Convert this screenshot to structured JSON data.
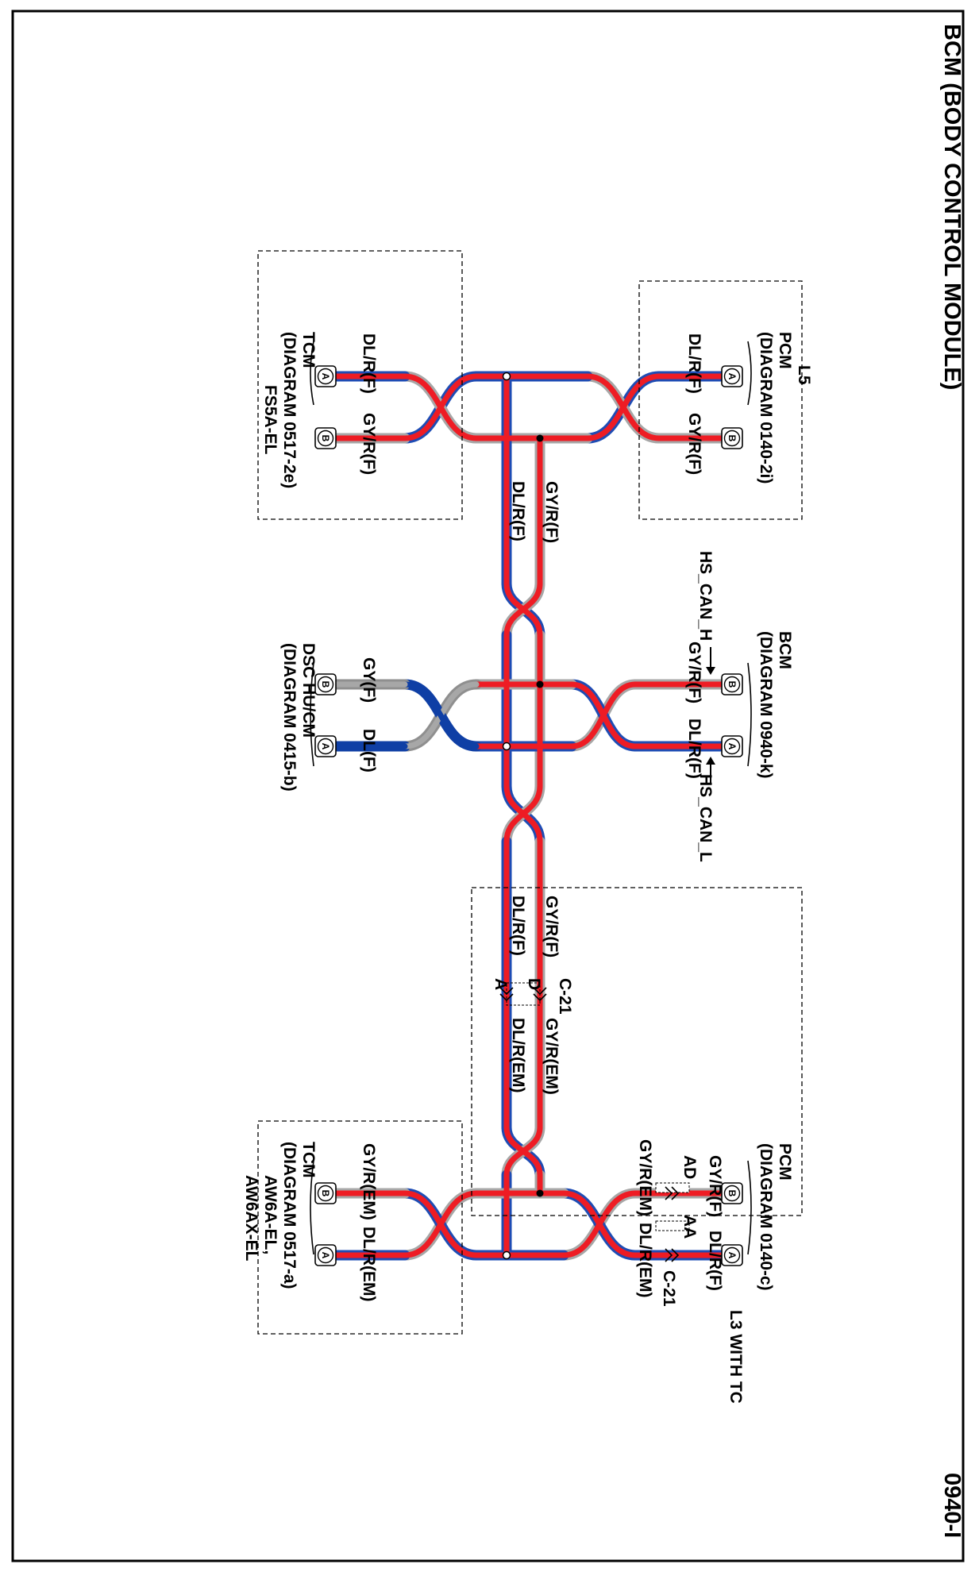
{
  "header": {
    "title": "BCM (BODY CONTROL MODULE)",
    "page_code": "0940-I"
  },
  "colors": {
    "wire_red": "#ee1c24",
    "wire_blue": "#1e4cb4",
    "wire_gray": "#a7a7a7",
    "dsc_blue": "#0f3fa5"
  },
  "pcm_l5": {
    "variant": "L5",
    "name": "PCM",
    "diagram": "(DIAGRAM 0140-2i)",
    "pin_a": "A",
    "pin_b": "B",
    "wire_a": "DL/R(F)",
    "wire_b": "GY/R(F)"
  },
  "tcm_fs5a": {
    "name": "TCM",
    "diagram": "(DIAGRAM 0517-2e)",
    "model": "FS5A-EL",
    "pin_a": "A",
    "pin_b": "B",
    "wire_a": "DL/R(F)",
    "wire_b": "GY/R(F)"
  },
  "trunk_top": {
    "wire_gy": "GY/R(F)",
    "wire_dl": "DL/R(F)"
  },
  "bcm": {
    "name": "BCM",
    "diagram": "(DIAGRAM 0940-k)",
    "pin_a": "A",
    "pin_b": "B",
    "wire_a": "DL/R(F)",
    "wire_b": "GY/R(F)",
    "signal_h": "HS_CAN_H",
    "signal_l": "HS_CAN_L"
  },
  "dsc": {
    "name": "DSC HU/CM",
    "diagram": "(DIAGRAM 0415-b)",
    "pin_a": "A",
    "pin_b": "B",
    "wire_a": "DL(F)",
    "wire_b": "GY(F)"
  },
  "trunk_bottom": {
    "wire_gy_f": "GY/R(F)",
    "wire_dl_f": "DL/R(F)",
    "connector": "C-21",
    "term_d": "D",
    "term_a": "A",
    "wire_gy_em": "GY/R(EM)",
    "wire_dl_em": "DL/R(EM)"
  },
  "pcm_l3": {
    "name": "PCM",
    "diagram": "(DIAGRAM 0140-c)",
    "pin_a": "A",
    "pin_b": "B",
    "wire_a_f": "DL/R(F)",
    "wire_b_f": "GY/R(F)",
    "term_ad": "AD",
    "term_aa": "AA",
    "connector": "C-21",
    "wire_a_em": "DL/R(EM)",
    "wire_b_em": "GY/R(EM)",
    "variant": "L3 WITH TC"
  },
  "tcm_aw6a": {
    "name": "TCM",
    "diagram": "(DIAGRAM 0517-a)",
    "model_1": "AW6A-EL,",
    "model_2": "AW6AX-EL",
    "pin_a": "A",
    "pin_b": "B",
    "wire_a": "DL/R(EM)",
    "wire_b": "GY/R(EM)"
  }
}
